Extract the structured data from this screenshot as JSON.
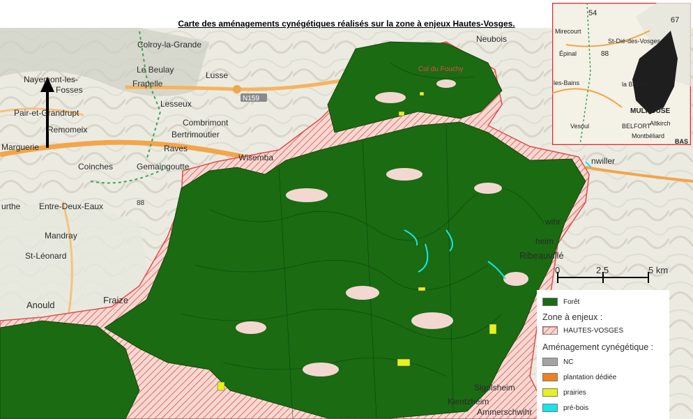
{
  "title": "Carte des aménagements cynégétiques réalisés sur la zone à enjeux Hautes-Vosges.",
  "colors": {
    "foret": "#1a6b12",
    "zone_hatch": "#e44b4b",
    "nc": "#a3a3a3",
    "plantation": "#f0821e",
    "prairies": "#e8f01e",
    "pre_bois": "#16e6ea"
  },
  "basemap_labels": {
    "colroy": "Colroy-la-Grande",
    "naymont": "Nayemont-les-",
    "fosses": "Fosses",
    "le_beulay": "Le Beulay",
    "lusse": "Lusse",
    "frapelle": "Frapelle",
    "neubois": "Neubois",
    "lesseux": "Lesseux",
    "n159": "N159",
    "pair": "Pair-et-Grandrupt",
    "combrimont": "Combrimont",
    "remomeix": "Remomeix",
    "bertrimoutier": "Bertrimoutier",
    "marguerie": "Marguerie",
    "raves": "Raves",
    "coinches": "Coinches",
    "gemaingoutte": "Gemaingoutte",
    "wisemba": "Wisemba",
    "entre_deux_eaux": "Entre-Deux-Eaux",
    "urthe": "urthe",
    "n88": "88",
    "mandray": "Mandray",
    "st_leonard": "St-Léonard",
    "anould": "Anould",
    "fraize": "Fraize",
    "ribeauville": "Ribeauvillé",
    "scale_0": "0",
    "scale_25": "2,5",
    "scale_5": "5 km",
    "hunawihr": "wihr",
    "nheim": "heim",
    "nwiller": "nwiller",
    "col": "Col du Fouchy",
    "kientzheim": "Kientzheim",
    "ammerschwihr": "Ammerschwihr",
    "sigolsheim": "Sigolsheim"
  },
  "inset": {
    "n54": "54",
    "n67": "67",
    "mirecourt": "Mirecourt",
    "st_die": "St-Dié-des-Vosges",
    "epinal": "Épinal",
    "n88": "88",
    "bains": "les-Bains",
    "bresse": "la Bresse",
    "mulhouse": "MULHOUSE",
    "vesoul": "Vesoul",
    "belfort": "BELFORT",
    "altkirch": "Altkirch",
    "montbeliard": "Montbéliard",
    "bas": "BAS"
  },
  "legend": {
    "foret": "Forêt",
    "zone_header": "Zone à enjeux :",
    "hautes_vosges": "HAUTES-VOSGES",
    "amenagement_header": "Aménagement cynégétique :",
    "nc": "NC",
    "plantation": "plantation dédiée",
    "prairies": "prairies",
    "pre_bois": "pré-bois"
  }
}
